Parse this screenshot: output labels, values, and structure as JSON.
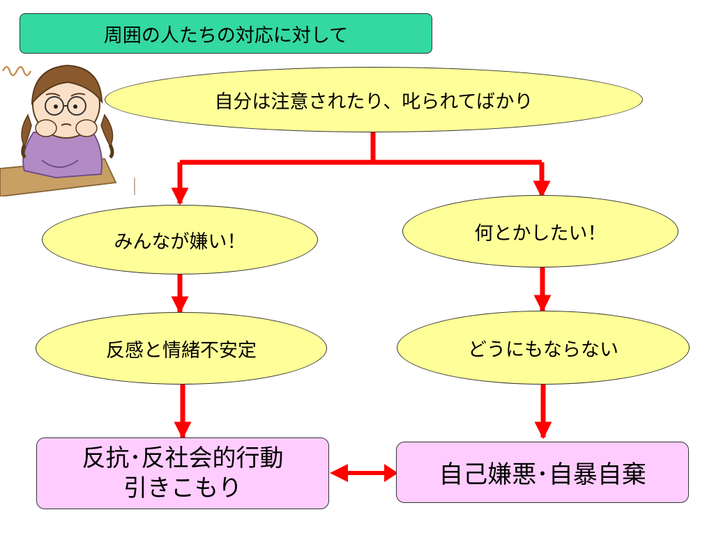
{
  "title": "周囲の人たちの対応に対して",
  "nodes": {
    "top": "自分は注意されたり、叱られてばかり",
    "left1": "みんなが嫌い！",
    "left2": "反感と情緒不安定",
    "right1": "何とかしたい！",
    "right2": "どうにもならない"
  },
  "results": {
    "left_line1": "反抗･反社会的行動",
    "left_line2": "引きこもり",
    "right": "自己嫌悪･自暴自棄"
  },
  "colors": {
    "title_bg": "#33d9a0",
    "ellipse_fill": "#ffff99",
    "result_fill": "#ffccff",
    "arrow": "#ff0000"
  }
}
